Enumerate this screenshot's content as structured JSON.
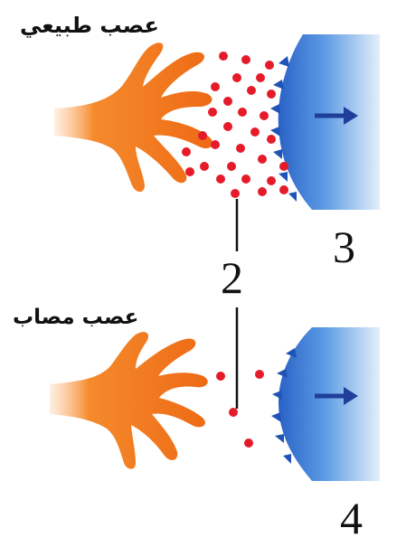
{
  "labels": {
    "normal_nerve": "عصب طبيعي",
    "injured_nerve": "عصب مصاب",
    "num_2": "2",
    "num_3": "3",
    "num_4": "4"
  },
  "icons": {
    "arrow_top": "arrow-right-icon",
    "arrow_bottom": "arrow-right-icon"
  },
  "colors": {
    "nerve_orange": "#f07a22",
    "nerve_dark": "#e05a10",
    "muscle_blue": "#4f8fde",
    "receptor_blue": "#1f54b6",
    "dot_red": "#e51b2a"
  }
}
